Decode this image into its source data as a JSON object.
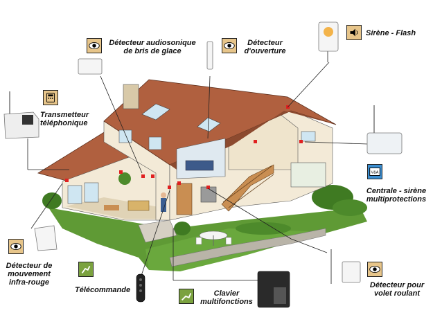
{
  "title": "",
  "labels": {
    "audio_detector": [
      "Détecteur  audiosonique",
      "de bris de glace"
    ],
    "opening_detector": [
      "Détecteur",
      "d'ouverture"
    ],
    "siren_flash": "Sirène - Flash",
    "phone_transmitter": [
      "Transmetteur",
      "téléphonique"
    ],
    "central_siren": [
      "Centrale - sirène",
      "multiprotections"
    ],
    "ir_motion": [
      "Détecteur de",
      "mouvement",
      "infra-rouge"
    ],
    "remote": "Télécommande",
    "keypad": [
      "Clavier",
      "multifonctions"
    ],
    "shutter_detector": [
      "Détecteur pour",
      "volet roulant"
    ]
  },
  "central_display_text": "V&A",
  "icons": {
    "audio_detector": "eye-icon",
    "opening_detector": "eye-icon",
    "siren_flash": "speaker-icon",
    "phone_transmitter": "phone-icon",
    "central_siren": "central-panel-icon",
    "ir_motion": "eye-icon",
    "remote": "hand-remote-icon",
    "keypad": "hand-keypad-icon",
    "shutter_detector": "eye-icon"
  },
  "colors": {
    "roof": "#b0603f",
    "roof_dark": "#8c4a2f",
    "wall": "#f3ead7",
    "wall_shade": "#e0d3b6",
    "grass": "#5f9a35",
    "grass_dark": "#3f7a22",
    "icon_tan": "#e7c58a",
    "icon_blue": "#3d8fd1",
    "icon_green": "#7ba23f",
    "sensor_red": "#e02020",
    "wood": "#c98e52"
  }
}
